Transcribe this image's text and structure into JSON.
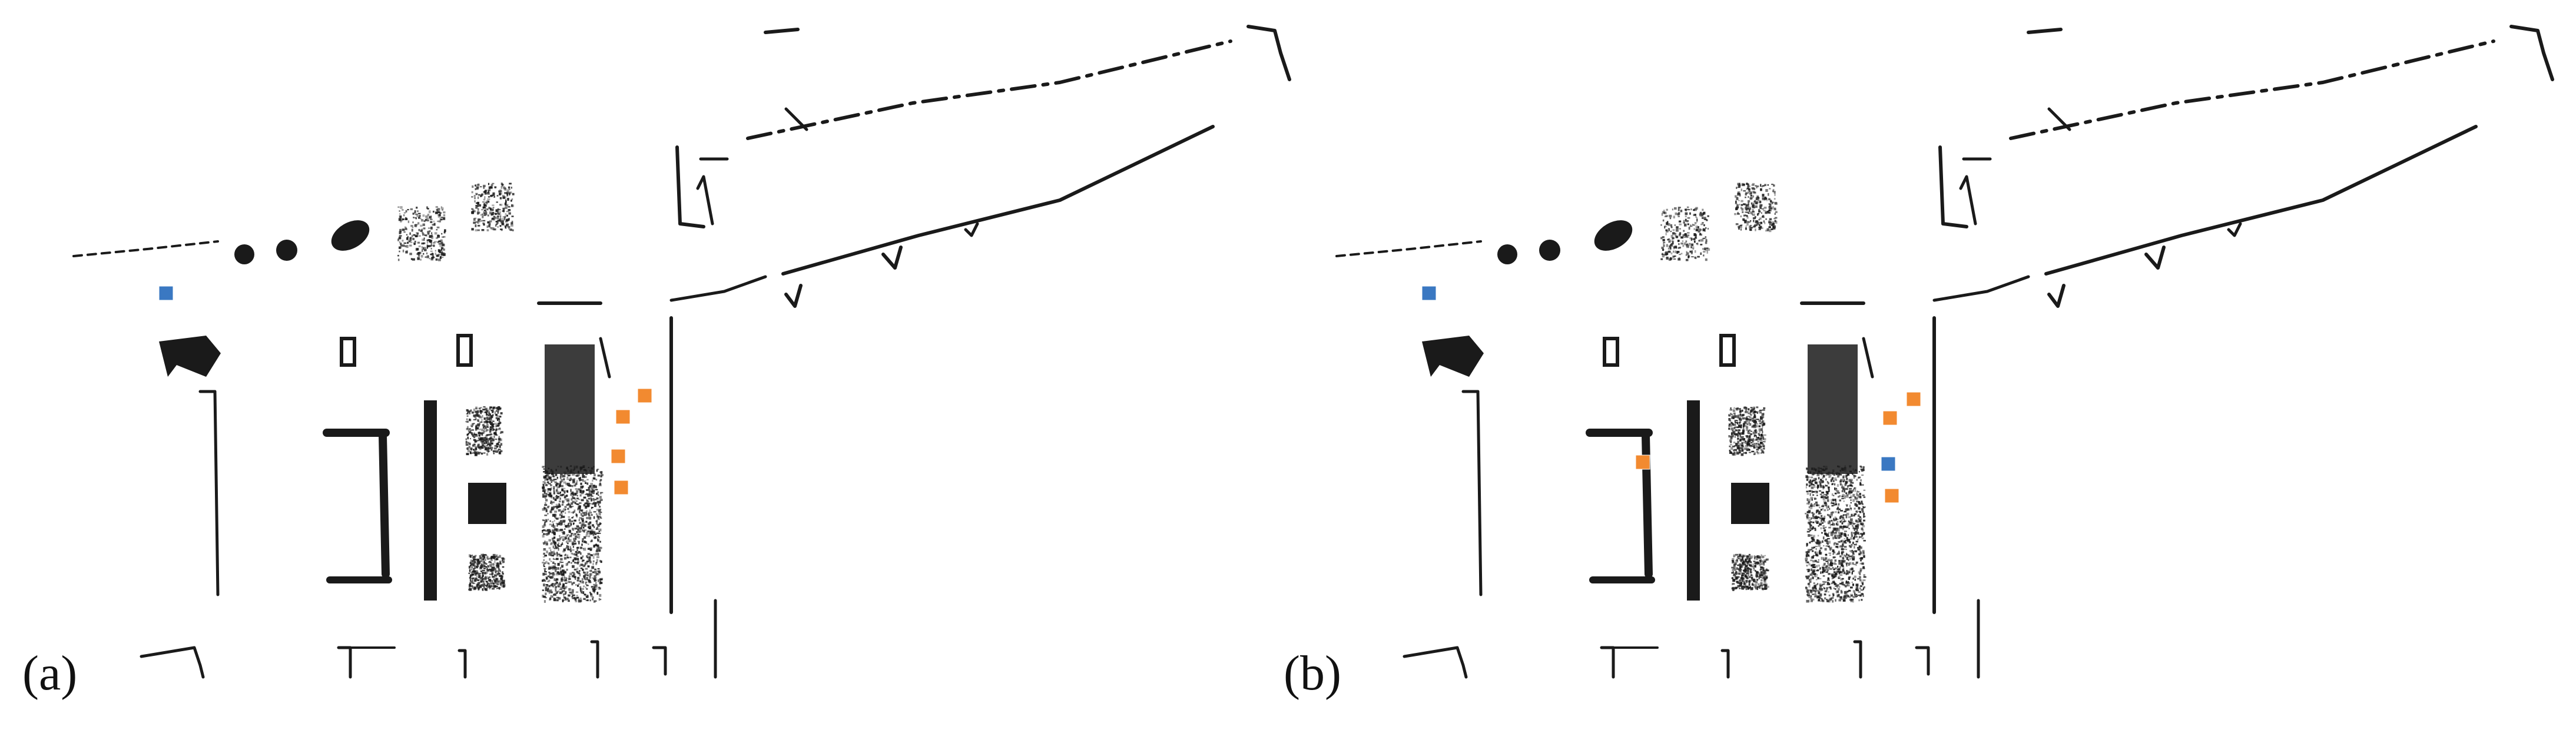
{
  "figure": {
    "panels": [
      {
        "label": "(a)",
        "markers": [
          {
            "color": "#3a78c2",
            "kind": "square"
          },
          {
            "color": "#f28a30",
            "kind": "square"
          },
          {
            "color": "#f28a30",
            "kind": "square"
          },
          {
            "color": "#f28a30",
            "kind": "square"
          },
          {
            "color": "#f28a30",
            "kind": "square"
          }
        ]
      },
      {
        "label": "(b)",
        "markers": [
          {
            "color": "#3a78c2",
            "kind": "square"
          },
          {
            "color": "#f28a30",
            "kind": "square"
          },
          {
            "color": "#f28a30",
            "kind": "square"
          },
          {
            "color": "#3a78c2",
            "kind": "square"
          },
          {
            "color": "#f28a30",
            "kind": "square"
          },
          {
            "color": "#f28a30",
            "kind": "square"
          }
        ]
      }
    ],
    "colors": {
      "point_cloud": "#1a1a1a",
      "blue_marker": "#3a78c2",
      "orange_marker": "#f28a30",
      "background": "#ffffff"
    }
  }
}
